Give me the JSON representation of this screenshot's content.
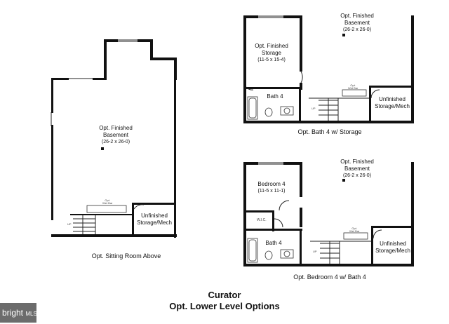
{
  "plans": {
    "sitting": {
      "caption": "Opt. Sitting Room Above",
      "room_main": "Opt. Finished\nBasement",
      "room_main_dim": "(26-2 x 26-0)",
      "storage": "Unfinished\nStorage/Mech",
      "small_note": "Opt.\nWet Bar",
      "up_note": "UP"
    },
    "bath_storage": {
      "caption": "Opt. Bath 4 w/ Storage",
      "room_main": "Opt. Finished\nBasement",
      "room_main_dim": "(26-2 x 26-0)",
      "storage_room": "Opt. Finished\nStorage",
      "storage_room_dim": "(11-5 x 15-4)",
      "bath": "Bath 4",
      "mech": "Unfinished\nStorage/Mech",
      "small_note": "Opt.\nWet Bar",
      "up_note": "UP"
    },
    "bedroom_bath": {
      "caption": "Opt. Bedroom 4 w/ Bath 4",
      "room_main": "Opt. Finished\nBasement",
      "room_main_dim": "(26-2 x 26-0)",
      "bedroom": "Bedroom 4",
      "bedroom_dim": "(11-5 x 11-1)",
      "wic": "W.I.C.",
      "bath": "Bath 4",
      "mech": "Unfinished\nStorage/Mech",
      "small_note": "Opt.\nWet Bar",
      "up_note": "UP"
    }
  },
  "title": {
    "line1": "Curator",
    "line2": "Opt. Lower Level Options"
  },
  "watermark": {
    "brand": "bright",
    "suffix": "MLS"
  }
}
